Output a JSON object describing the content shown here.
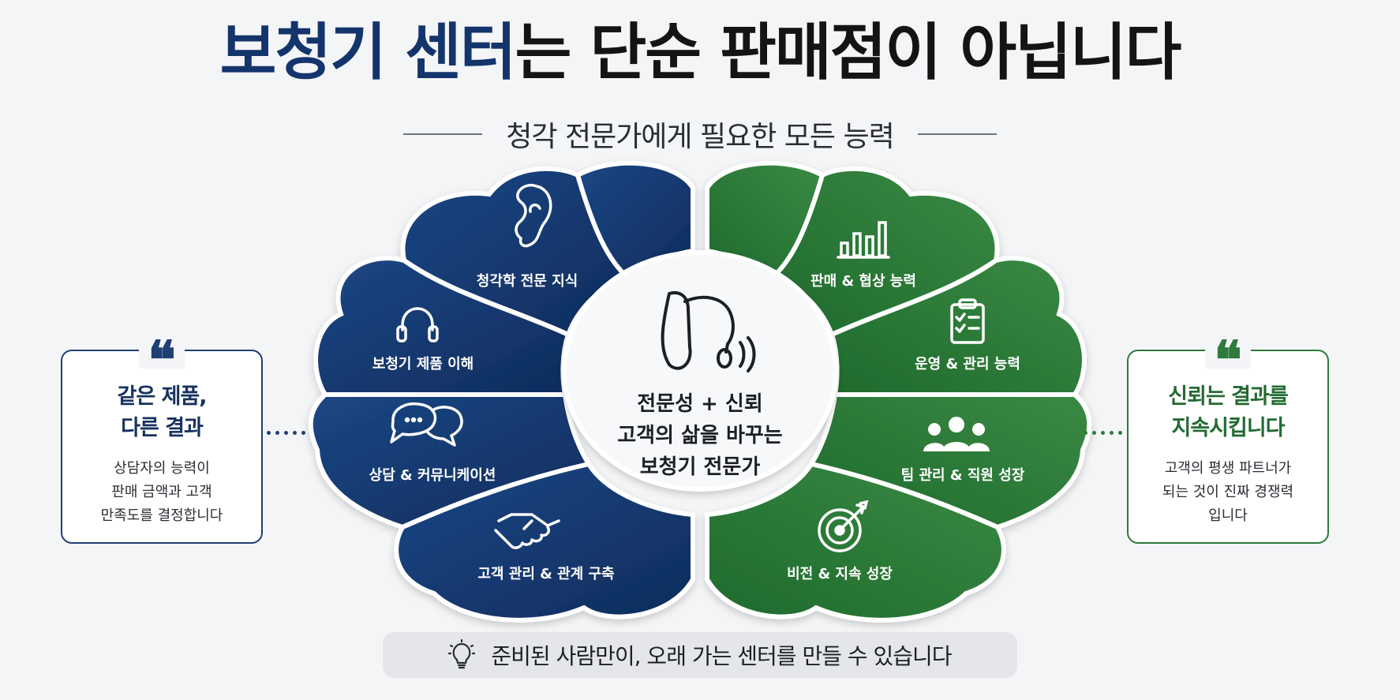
{
  "title": {
    "accent": "보청기 센터",
    "rest": "는 단순 판매점이 아닙니다"
  },
  "subtitle": "청각 전문가에게 필요한 모든 능력",
  "colors": {
    "navy": "#14346c",
    "green": "#2d7a3c"
  },
  "center": {
    "icon": "hearing-aid-icon",
    "lines": [
      "전문성 + 신뢰",
      "고객의 삶을 바꾸는",
      "보청기 전문가"
    ]
  },
  "left_petals": [
    {
      "label": "청각학 전문 지식",
      "icon": "ear-icon"
    },
    {
      "label": "보청기 제품 이해",
      "icon": "headphones-icon"
    },
    {
      "label": "상담 & 커뮤니케이션",
      "icon": "chat-bubbles-icon"
    },
    {
      "label": "고객 관리 & 관계 구축",
      "icon": "handshake-icon"
    }
  ],
  "right_petals": [
    {
      "label": "판매 & 협상 능력",
      "icon": "bar-chart-icon"
    },
    {
      "label": "운영 & 관리 능력",
      "icon": "clipboard-checklist-icon"
    },
    {
      "label": "팀 관리 & 직원 성장",
      "icon": "team-icon"
    },
    {
      "label": "비전 & 지속 성장",
      "icon": "target-icon"
    }
  ],
  "left_card": {
    "quote": "❝",
    "heading": [
      "같은 제품,",
      "다른 결과"
    ],
    "body": [
      "상담자의 능력이",
      "판매 금액과 고객",
      "만족도를 결정합니다"
    ]
  },
  "right_card": {
    "quote": "❝",
    "heading": [
      "신뢰는 결과를",
      "지속시킵니다"
    ],
    "body": [
      "고객의 평생 파트너가",
      "되는 것이 진짜 경쟁력",
      "입니다"
    ]
  },
  "bottom": {
    "icon": "lightbulb-icon",
    "text": "준비된 사람만이, 오래 가는 센터를 만들 수 있습니다"
  }
}
